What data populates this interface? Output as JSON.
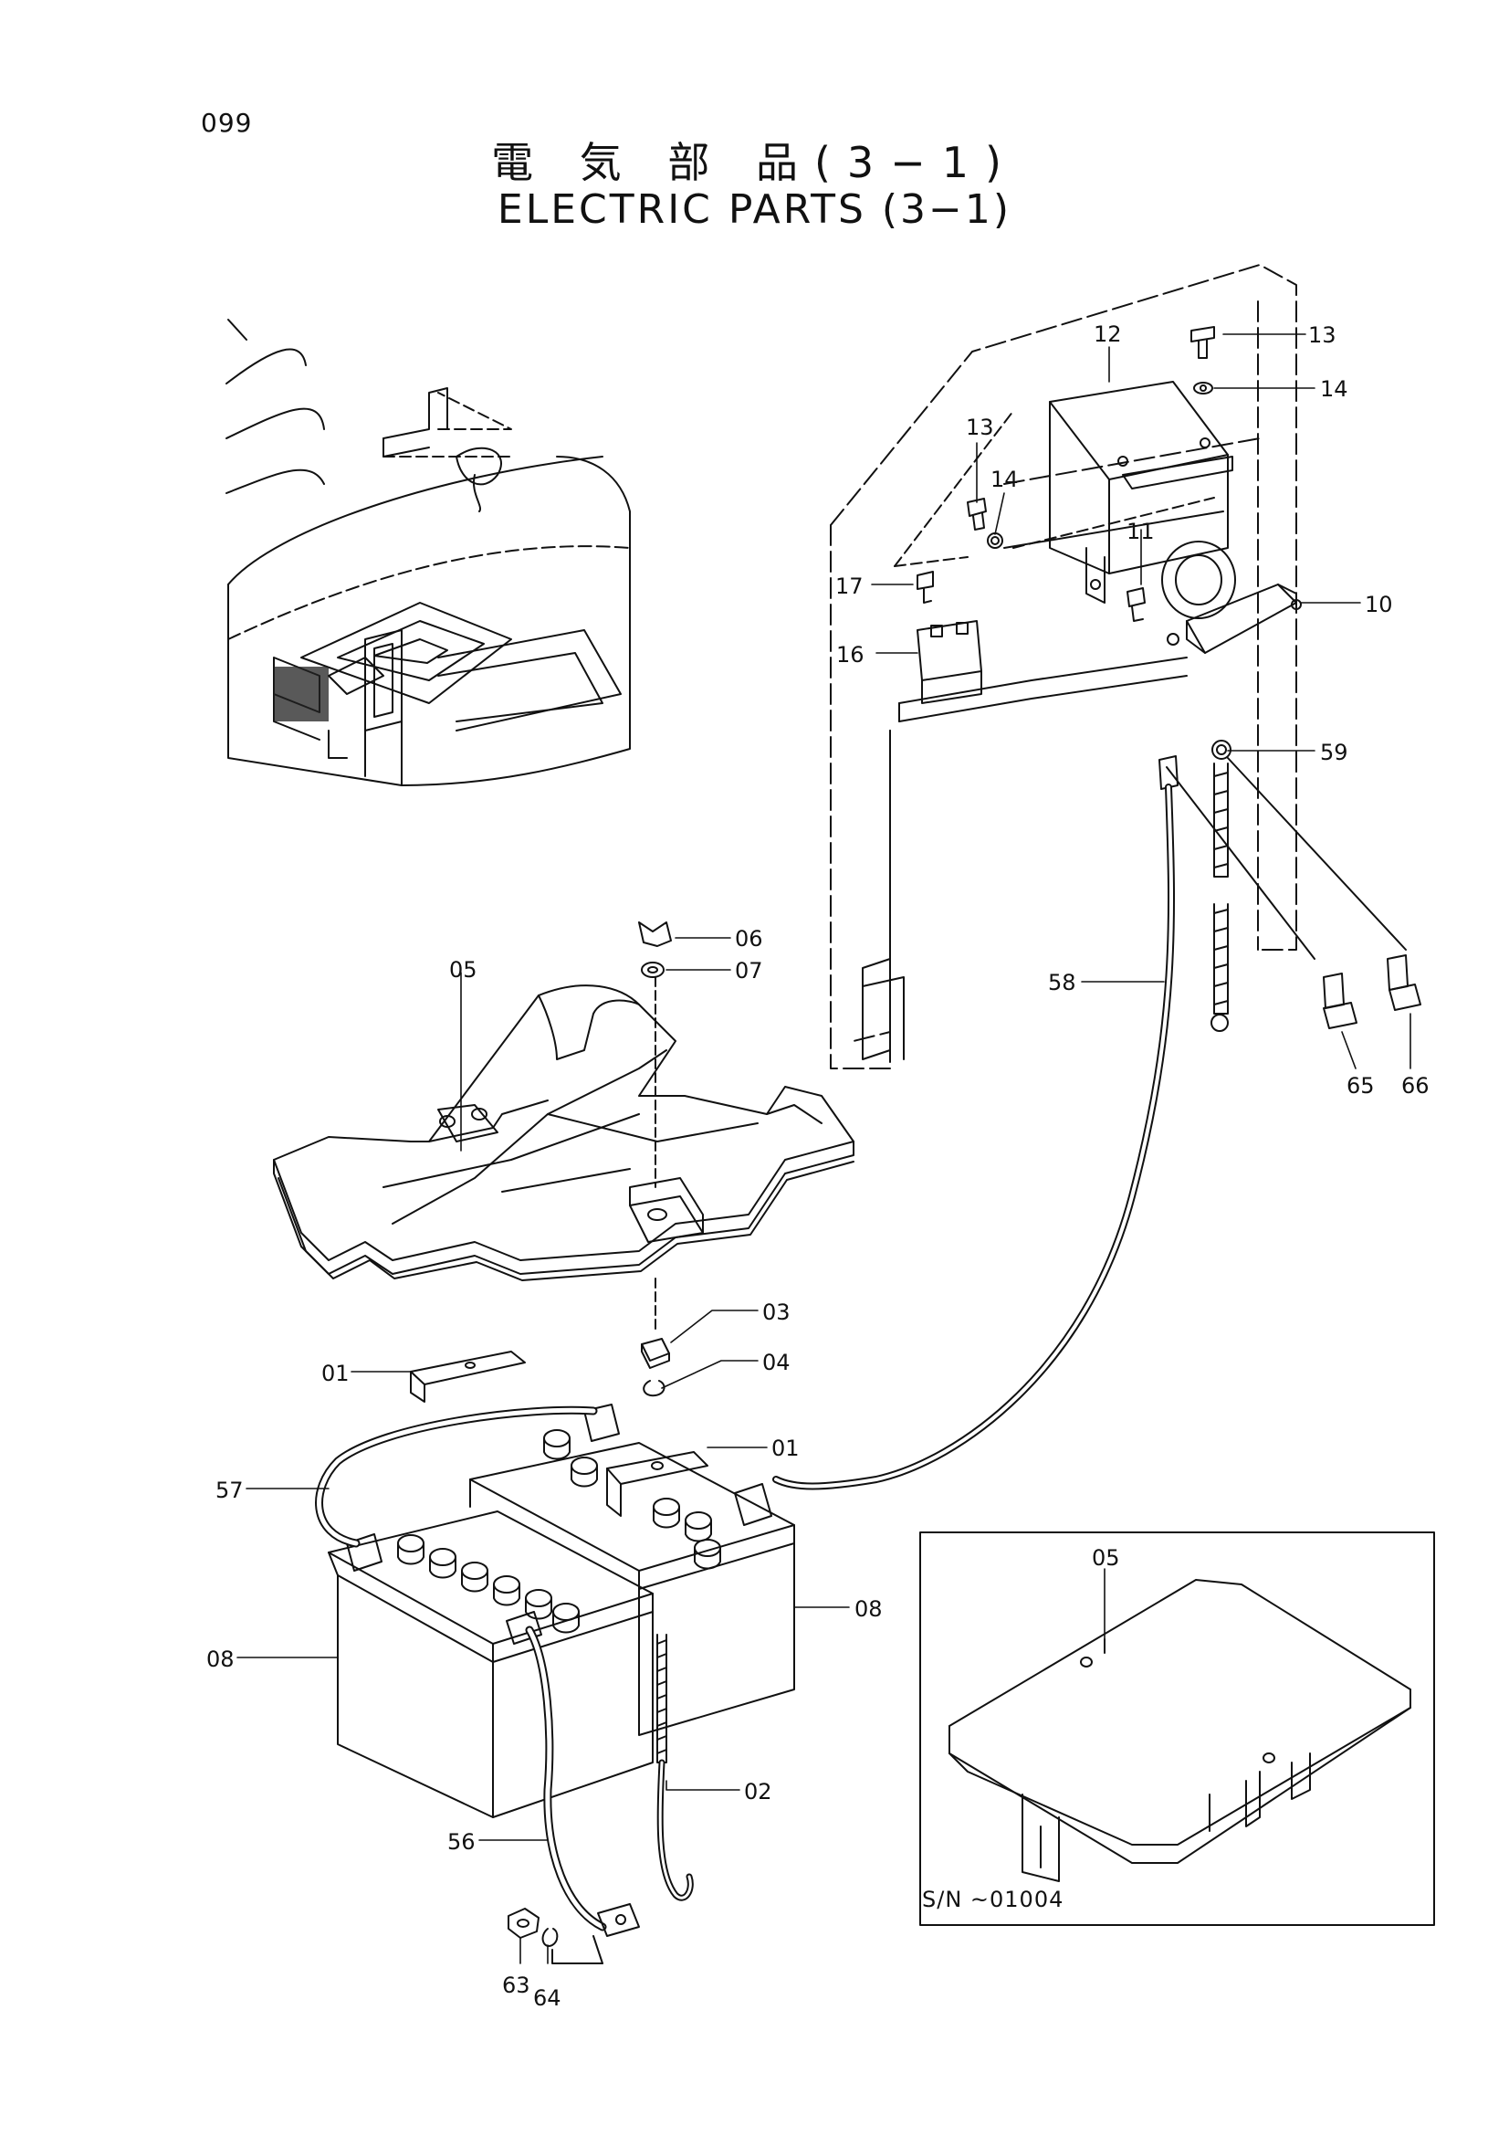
{
  "page_number": "099",
  "title_jp": "電 気 部 品(3−1)",
  "title_en": "ELECTRIC PARTS (3−1)",
  "inset_serial": "S/N ~01004",
  "callouts": {
    "c01a": "01",
    "c01b": "01",
    "c02": "02",
    "c03": "03",
    "c04": "04",
    "c05": "05",
    "c05b": "05",
    "c06": "06",
    "c07": "07",
    "c08a": "08",
    "c08b": "08",
    "c10": "10",
    "c11": "11",
    "c12": "12",
    "c13a": "13",
    "c13b": "13",
    "c14a": "14",
    "c14b": "14",
    "c16": "16",
    "c17": "17",
    "c56": "56",
    "c57": "57",
    "c58": "58",
    "c59": "59",
    "c63": "63",
    "c64": "64",
    "c65": "65",
    "c66": "66"
  }
}
